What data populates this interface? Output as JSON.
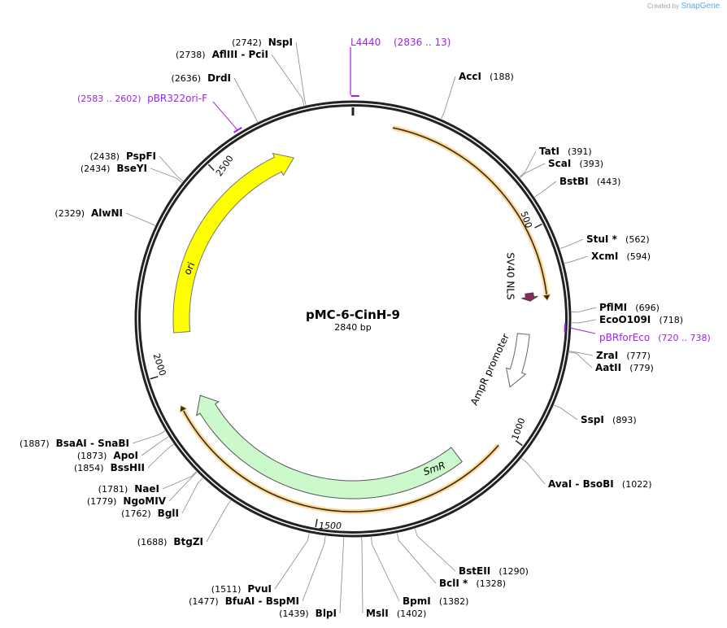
{
  "watermark": {
    "created_by": "Created by",
    "brand": "SnapGene"
  },
  "plasmid": {
    "name": "pMC-6-CinH-9",
    "length_label": "2840 bp",
    "length": 2840
  },
  "ticks": [
    {
      "pos": 500,
      "label": "500"
    },
    {
      "pos": 1000,
      "label": "1000"
    },
    {
      "pos": 1500,
      "label": "1500"
    },
    {
      "pos": 2000,
      "label": "2000"
    },
    {
      "pos": 2500,
      "label": "2500"
    }
  ],
  "enzymes": [
    {
      "name": "AccI",
      "pos": 188,
      "pos_label": "(188)"
    },
    {
      "name": "TatI",
      "pos": 391,
      "pos_label": "(391)"
    },
    {
      "name": "ScaI",
      "pos": 393,
      "pos_label": "(393)"
    },
    {
      "name": "BstBI",
      "pos": 443,
      "pos_label": "(443)"
    },
    {
      "name": "StuI *",
      "pos": 562,
      "pos_label": "(562)"
    },
    {
      "name": "XcmI",
      "pos": 594,
      "pos_label": "(594)"
    },
    {
      "name": "PflMI",
      "pos": 696,
      "pos_label": "(696)"
    },
    {
      "name": "EcoO109I",
      "pos": 718,
      "pos_label": "(718)"
    },
    {
      "name": "ZraI",
      "pos": 777,
      "pos_label": "(777)"
    },
    {
      "name": "AatII",
      "pos": 779,
      "pos_label": "(779)"
    },
    {
      "name": "SspI",
      "pos": 893,
      "pos_label": "(893)"
    },
    {
      "name": "AvaI  - BsoBI",
      "pos": 1022,
      "pos_label": "(1022)"
    },
    {
      "name": "BstEII",
      "pos": 1290,
      "pos_label": "(1290)"
    },
    {
      "name": "BclI *",
      "pos": 1328,
      "pos_label": "(1328)"
    },
    {
      "name": "BpmI",
      "pos": 1382,
      "pos_label": "(1382)"
    },
    {
      "name": "MslI",
      "pos": 1402,
      "pos_label": "(1402)"
    },
    {
      "name": "BlpI",
      "pos": 1439,
      "pos_label": "(1439)"
    },
    {
      "name": "BfuAI  - BspMI",
      "pos": 1477,
      "pos_label": "(1477)"
    },
    {
      "name": "PvuI",
      "pos": 1511,
      "pos_label": "(1511)"
    },
    {
      "name": "BtgZI",
      "pos": 1688,
      "pos_label": "(1688)"
    },
    {
      "name": "BglI",
      "pos": 1762,
      "pos_label": "(1762)"
    },
    {
      "name": "NgoMIV",
      "pos": 1779,
      "pos_label": "(1779)"
    },
    {
      "name": "NaeI",
      "pos": 1781,
      "pos_label": "(1781)"
    },
    {
      "name": "BssHII",
      "pos": 1854,
      "pos_label": "(1854)"
    },
    {
      "name": "ApoI",
      "pos": 1873,
      "pos_label": "(1873)"
    },
    {
      "name": "BsaAI  - SnaBI",
      "pos": 1887,
      "pos_label": "(1887)"
    },
    {
      "name": "AlwNI",
      "pos": 2329,
      "pos_label": "(2329)"
    },
    {
      "name": "BseYI",
      "pos": 2434,
      "pos_label": "(2434)"
    },
    {
      "name": "PspFI",
      "pos": 2438,
      "pos_label": "(2438)"
    },
    {
      "name": "DrdI",
      "pos": 2636,
      "pos_label": "(2636)"
    },
    {
      "name": "AflIII   - PciI",
      "pos": 2738,
      "pos_label": "(2738)"
    },
    {
      "name": "NspI",
      "pos": 2742,
      "pos_label": "(2742)"
    }
  ],
  "primers": [
    {
      "name": "L4440",
      "range": "(2836 .. 13)",
      "start": 2836,
      "end": 13
    },
    {
      "name": "pBR322ori-F",
      "range": "(2583 .. 2602)",
      "start": 2583,
      "end": 2602
    },
    {
      "name": "pBRforEco",
      "range": "(720 .. 738)",
      "start": 720,
      "end": 738
    }
  ],
  "features": [
    {
      "name": "",
      "start": 93,
      "end": 668,
      "type": "orange-arc",
      "color": "#f5c36a"
    },
    {
      "name": "",
      "start": 1033,
      "end": 1920,
      "type": "orange-arc",
      "color": "#f5c36a"
    },
    {
      "name": "SV40 NLS",
      "start": 645,
      "end": 665,
      "type": "small-arrow",
      "color": "#8e2a5a"
    },
    {
      "name": "AmpR promoter",
      "start": 750,
      "end": 895,
      "type": "promoter",
      "color": "#ffffff"
    },
    {
      "name": "SmR",
      "start": 1125,
      "end": 1920,
      "type": "cds",
      "color": "#ccf9cc"
    },
    {
      "name": "ori",
      "start": 2095,
      "end": 2681,
      "type": "origin",
      "color": "#ffff00"
    }
  ],
  "colors": {
    "primer": "#a020f0",
    "backbone": "#222222"
  }
}
